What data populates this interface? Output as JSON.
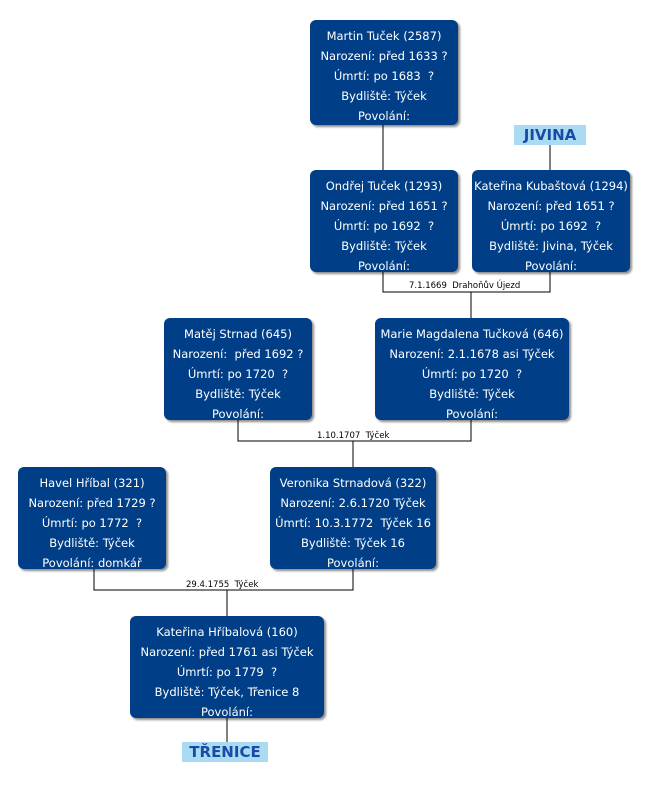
{
  "persons": {
    "martin": {
      "name": "Martin Tuček (2587)",
      "birth": "Narození: před 1633 ?",
      "death": "Úmrtí: po 1683  ?",
      "residence": "Bydliště: Týček",
      "occupation": "Povolání:"
    },
    "ondrej": {
      "name": "Ondřej Tuček (1293)",
      "birth": "Narození: před 1651 ?",
      "death": "Úmrtí: po 1692  ?",
      "residence": "Bydliště: Týček",
      "occupation": "Povolání:"
    },
    "katerina_k": {
      "name": "Kateřina Kubaštová (1294)",
      "birth": "Narození: před 1651 ?",
      "death": "Úmrtí: po 1692  ?",
      "residence": "Bydliště: Jivina, Týček",
      "occupation": "Povolání:"
    },
    "matej": {
      "name": "Matěj Strnad (645)",
      "birth": "Narození:  před 1692 ?",
      "death": "Úmrtí: po 1720  ?",
      "residence": "Bydliště: Týček",
      "occupation": "Povolání:"
    },
    "marie": {
      "name": "Marie Magdalena Tučková (646)",
      "birth": "Narození: 2.1.1678 asi Týček",
      "death": "Úmrtí: po 1720  ?",
      "residence": "Bydliště: Týček",
      "occupation": "Povolání:"
    },
    "havel": {
      "name": "Havel Hříbal (321)",
      "birth": "Narození: před 1729 ?",
      "death": "Úmrtí: po 1772  ?",
      "residence": "Bydliště: Týček",
      "occupation": "Povolání: domkář"
    },
    "veronika": {
      "name": "Veronika Strnadová (322)",
      "birth": "Narození: 2.6.1720 Týček",
      "death": "Úmrtí: 10.3.1772  Týček 16",
      "residence": "Bydliště: Týček 16",
      "occupation": "Povolání:"
    },
    "katerina_h": {
      "name": "Kateřina Hříbalová (160)",
      "birth": "Narození: před 1761 asi Týček",
      "death": "Úmrtí: po 1779  ?",
      "residence": "Bydliště: Týček, Třenice 8",
      "occupation": "Povolání:"
    }
  },
  "marriages": {
    "m1": "7.1.1669  Drahoňův Újezd",
    "m2": "1.10.1707  Týček",
    "m3": "29.4.1755  Týček"
  },
  "places": {
    "jivina": "JIVINA",
    "trenice": "TŘENICE"
  },
  "colors": {
    "box": "#003f87",
    "box_text": "#ffffff",
    "place_bg": "#a9dcf2",
    "place_text": "#1a4aa6",
    "line": "#000000"
  }
}
